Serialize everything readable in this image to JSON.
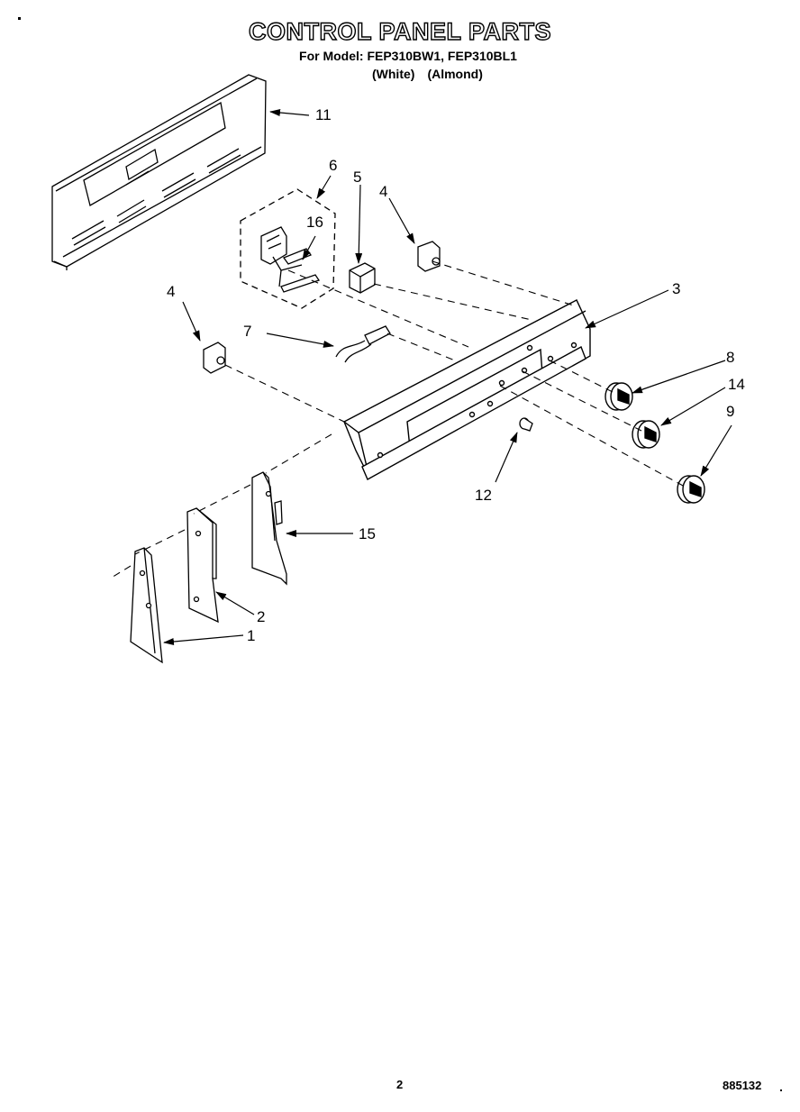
{
  "title": "CONTROL PANEL PARTS",
  "subtitle": "For Model: FEP310BW1, FEP310BL1",
  "variants": [
    "(White)",
    "(Almond)"
  ],
  "footer": {
    "page": "2",
    "doc_number": "885132"
  },
  "callouts": [
    {
      "id": "c11",
      "text": "11"
    },
    {
      "id": "c6",
      "text": "6"
    },
    {
      "id": "c5",
      "text": "5"
    },
    {
      "id": "c4a",
      "text": "4"
    },
    {
      "id": "c16",
      "text": "16"
    },
    {
      "id": "c3",
      "text": "3"
    },
    {
      "id": "c4b",
      "text": "4"
    },
    {
      "id": "c7",
      "text": "7"
    },
    {
      "id": "c8",
      "text": "8"
    },
    {
      "id": "c14",
      "text": "14"
    },
    {
      "id": "c9",
      "text": "9"
    },
    {
      "id": "c12",
      "text": "12"
    },
    {
      "id": "c15",
      "text": "15"
    },
    {
      "id": "c2",
      "text": "2"
    },
    {
      "id": "c1",
      "text": "1"
    }
  ]
}
